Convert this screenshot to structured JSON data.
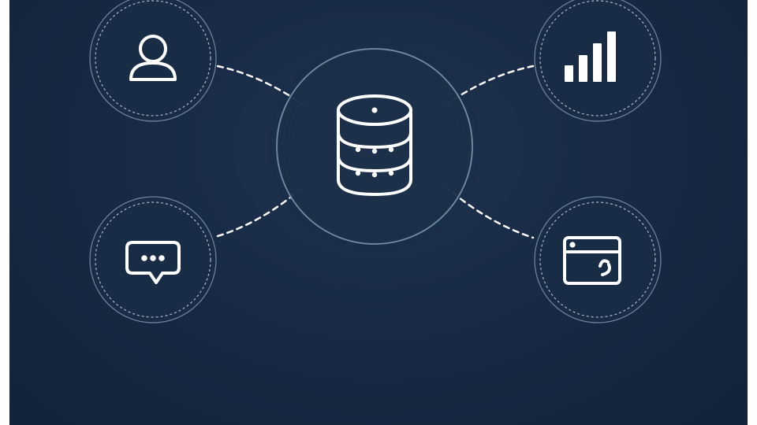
{
  "diagram": {
    "hub": {
      "icon": "database-icon"
    },
    "nodes": [
      {
        "id": "user",
        "icon": "user-icon"
      },
      {
        "id": "chart",
        "icon": "bar-chart-icon"
      },
      {
        "id": "chat",
        "icon": "chat-bubble-icon"
      },
      {
        "id": "web",
        "icon": "browser-window-icon"
      }
    ],
    "colors": {
      "background": "#182a44",
      "line": "#ffffff",
      "ring": "#8fa3bd"
    }
  }
}
